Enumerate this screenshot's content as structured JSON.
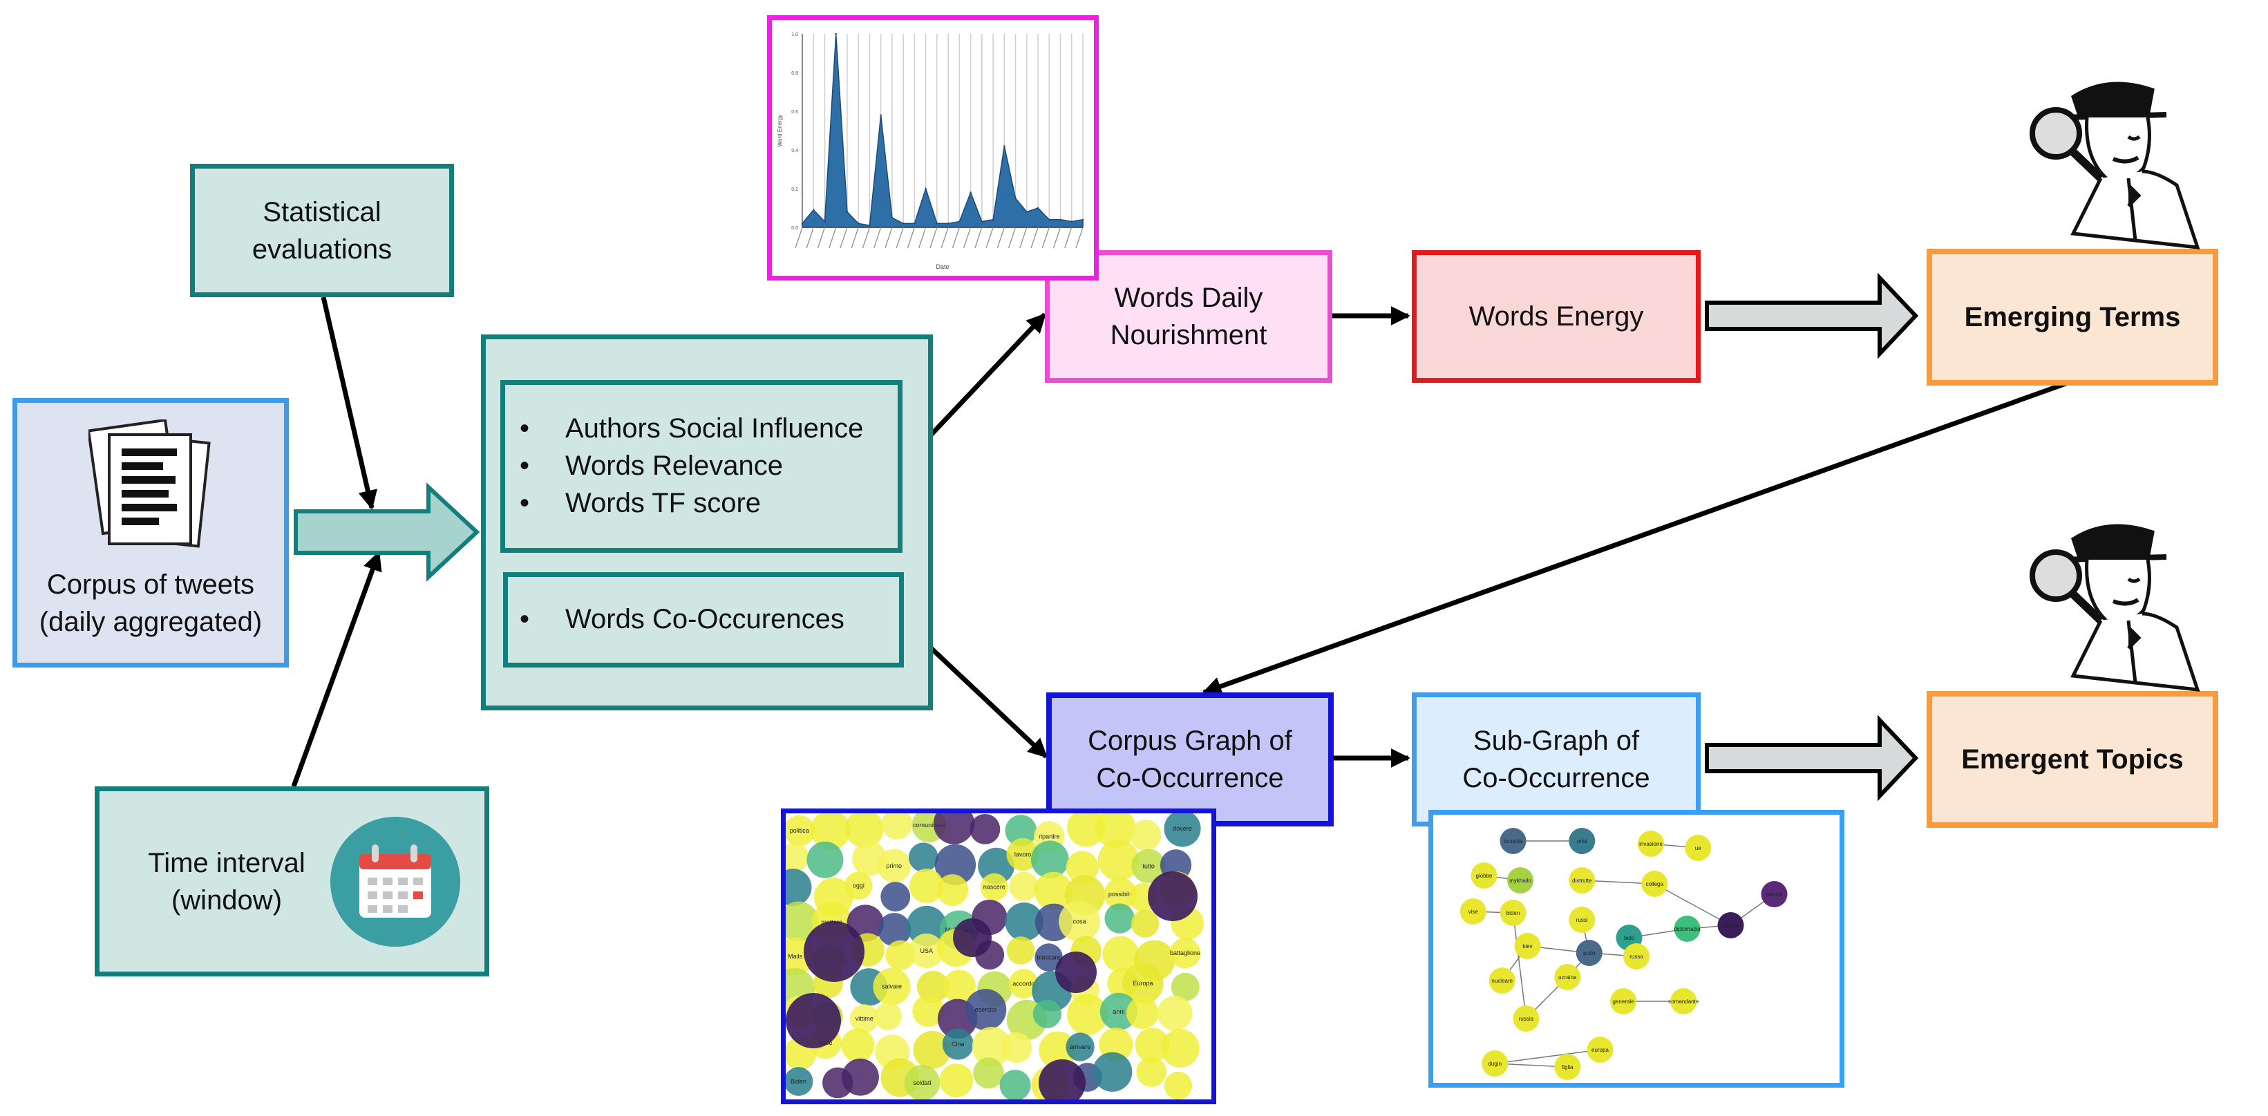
{
  "nodes": {
    "statistical": "Statistical\nevaluations",
    "corpus": "Corpus of tweets\n(daily aggregated)",
    "time_interval": "Time interval\n(window)",
    "group_top_items": [
      "Authors Social Influence",
      "Words Relevance",
      "Words TF score"
    ],
    "group_bottom_items": [
      "Words Co-Occurences"
    ],
    "daily_nourishment": "Words Daily\nNourishment",
    "words_energy": "Words Energy",
    "emerging_terms": "Emerging Terms",
    "corpus_graph": "Corpus Graph of\nCo-Occurrence",
    "sub_graph": "Sub-Graph of\nCo-Occurrence",
    "emergent_topics": "Emergent Topics"
  },
  "icons": {
    "documents": "documents-icon",
    "calendar": "calendar-icon",
    "detective": "detective-icon"
  },
  "colors": {
    "teal": "#137f7c",
    "blue": "#3f9be8",
    "magenta": "#ee4ad6",
    "red": "#e5191c",
    "orange": "#f99a3b",
    "indigo": "#1414d8"
  },
  "chart_data": {
    "type": "area",
    "series": [
      {
        "values": [
          0.02,
          0.09,
          0.03,
          1.0,
          0.08,
          0.02,
          0.01,
          0.58,
          0.05,
          0.02,
          0.02,
          0.2,
          0.02,
          0.02,
          0.03,
          0.18,
          0.03,
          0.04,
          0.42,
          0.15,
          0.08,
          0.1,
          0.04,
          0.04,
          0.03,
          0.04
        ]
      }
    ],
    "xlabel": "Date",
    "ylabel": "Word Energy",
    "yticks": [
      "0.0",
      "0.2",
      "0.4",
      "0.6",
      "0.8",
      "1.0"
    ],
    "ylim": [
      0,
      1.0
    ],
    "grid": "vertical"
  },
  "graph_small": {
    "labels": [
      "bussola",
      "oms",
      "invasione",
      "ue",
      "giobbe",
      "mykhailo",
      "distrutte",
      "collega",
      "servizi",
      "vise",
      "biden",
      "russi",
      "belo",
      "diplomazia",
      "kiev",
      "putin",
      "russo",
      "mosca",
      "nucleare",
      "ucraina",
      "generale",
      "comandante",
      "russia",
      "europa",
      "dugin",
      "figlia"
    ]
  },
  "graph_big": {
    "labels": [
      "politica",
      "comunicare",
      "ripartire",
      "dovere",
      "primo",
      "lavoro",
      "tutto",
      "oggi",
      "nascere",
      "possibile",
      "mettere",
      "McDonald",
      "cosa",
      "Mails",
      "USA",
      "bloccare",
      "battaglione",
      "salvare",
      "accordo",
      "Europa",
      "vittime",
      "esercito",
      "anni",
      "base",
      "Cina",
      "arrivare",
      "Biden",
      "soldati"
    ]
  }
}
